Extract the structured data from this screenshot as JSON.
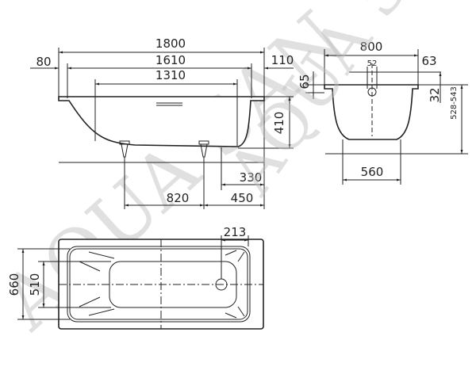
{
  "title": "Bathtub dimensional drawing",
  "watermark": "AQUA SAN",
  "side_view": {
    "overall_length": "1800",
    "inner_length": "1610",
    "bottom_length": "1310",
    "left_rim": "80",
    "right_rim": "110",
    "depth": "410",
    "drain_offset": "330",
    "feet_spacing": "820",
    "foot_to_end": "450"
  },
  "end_view": {
    "width": "800",
    "overflow_width": "52",
    "rim_offset": "63",
    "rim_height": "65",
    "rim_thickness": "32",
    "total_height": "528-543",
    "feet_spacing": "560"
  },
  "top_view": {
    "outer_width": "660",
    "inner_width": "510",
    "drain_offset": "213"
  }
}
